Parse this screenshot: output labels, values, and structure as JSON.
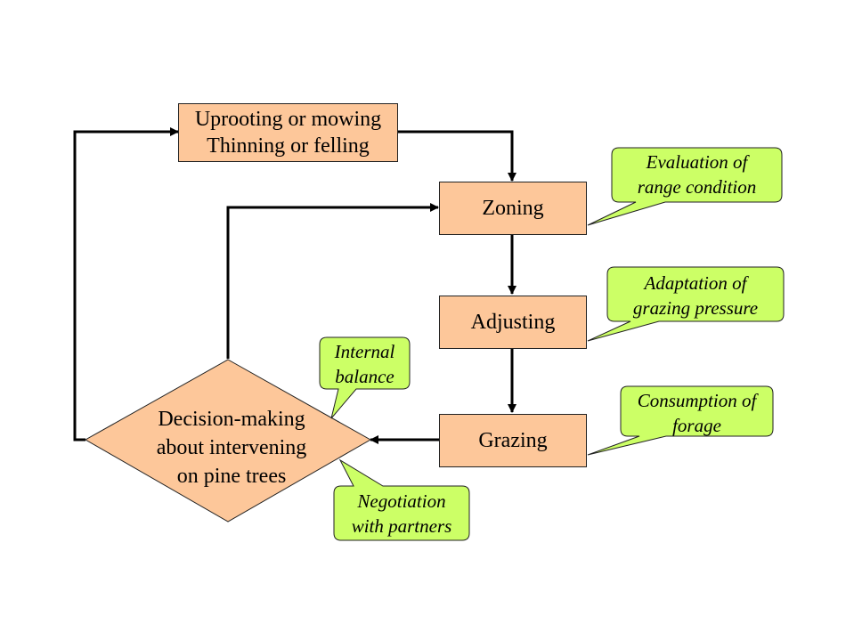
{
  "boxes": {
    "uproot_line1": "Uprooting or mowing",
    "uproot_line2": "Thinning or felling",
    "zoning": "Zoning",
    "adjusting": "Adjusting",
    "grazing": "Grazing"
  },
  "decision": {
    "line1": "Decision-making",
    "line2": "about intervening",
    "line3": "on pine trees"
  },
  "callouts": {
    "evaluation_l1": "Evaluation of",
    "evaluation_l2": "range condition",
    "adaptation_l1": "Adaptation of",
    "adaptation_l2": "grazing pressure",
    "consumption_l1": "Consumption of",
    "consumption_l2": "forage",
    "internal_l1": "Internal",
    "internal_l2": "balance",
    "negotiation_l1": "Negotiation",
    "negotiation_l2": "with partners"
  },
  "colors": {
    "box_fill": "#fdc79a",
    "callout_fill": "#ccff66",
    "line": "#000000"
  }
}
